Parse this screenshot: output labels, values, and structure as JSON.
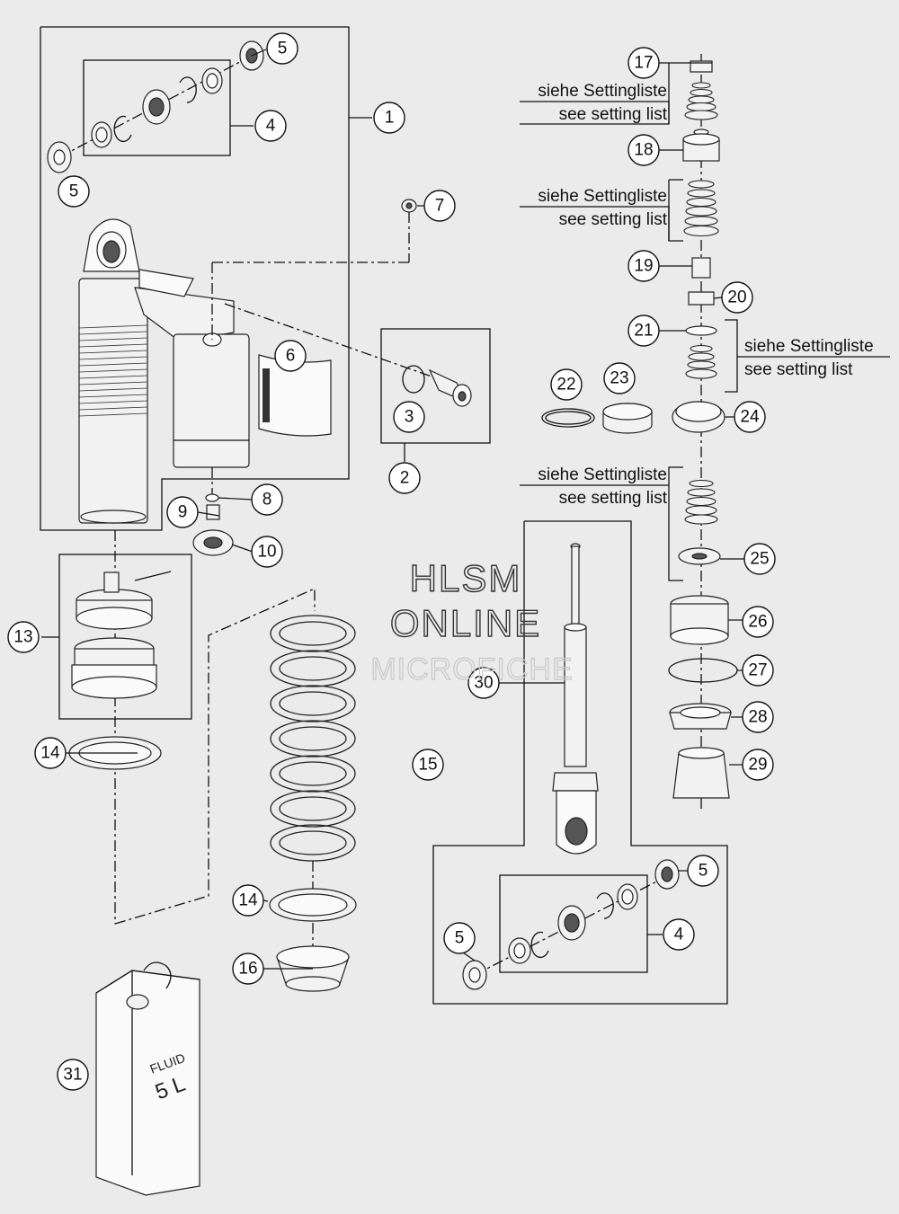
{
  "callouts": {
    "c1": "1",
    "c2": "2",
    "c3": "3",
    "c4a": "4",
    "c4b": "4",
    "c5a": "5",
    "c5b": "5",
    "c5c": "5",
    "c5d": "5",
    "c6": "6",
    "c7": "7",
    "c8": "8",
    "c9": "9",
    "c10": "10",
    "c13": "13",
    "c14a": "14",
    "c14b": "14",
    "c15": "15",
    "c16": "16",
    "c17": "17",
    "c18": "18",
    "c19": "19",
    "c20": "20",
    "c21": "21",
    "c22": "22",
    "c23": "23",
    "c24": "24",
    "c25": "25",
    "c26": "26",
    "c27": "27",
    "c28": "28",
    "c29": "29",
    "c30": "30",
    "c31": "31"
  },
  "notes": {
    "setting_de": "siehe Settingliste",
    "setting_en": "see setting list"
  },
  "watermark": {
    "line1": "HLSM",
    "line2": "ONLINE",
    "line3": "MICROFICHE"
  },
  "fluid_can": {
    "label": "FLUID",
    "volume": "5 L"
  }
}
